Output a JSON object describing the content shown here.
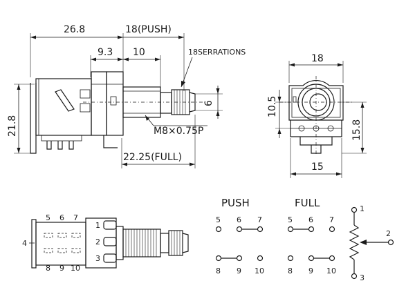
{
  "side_view": {
    "dim_body_width": "26.8",
    "dim_push_length": "18(PUSH)",
    "dim_bushing": "9.3",
    "dim_thread": "10",
    "dim_serrations": "18SERRATIONS",
    "dim_height": "21.8",
    "dim_shaft_dia": "6",
    "dim_thread_spec": "M8×0.75P",
    "dim_full_length": "22.25(FULL)"
  },
  "front_view": {
    "dim_width": "18",
    "dim_center_height": "10.5",
    "dim_terminal_height": "15.8",
    "dim_terminal_span": "15"
  },
  "bottom_view": {
    "label_4": "4",
    "top_pins": [
      "5",
      "6",
      "7"
    ],
    "bottom_pins": [
      "8",
      "9",
      "10"
    ],
    "side_pins": [
      "1",
      "2",
      "3"
    ]
  },
  "schematic": {
    "push_title": "PUSH",
    "full_title": "FULL",
    "push_top": [
      "5",
      "6",
      "7"
    ],
    "push_bottom": [
      "8",
      "9",
      "10"
    ],
    "full_top": [
      "5",
      "6",
      "7"
    ],
    "full_bottom": [
      "8",
      "9",
      "10"
    ],
    "pot_pins": [
      "1",
      "2",
      "3"
    ]
  }
}
